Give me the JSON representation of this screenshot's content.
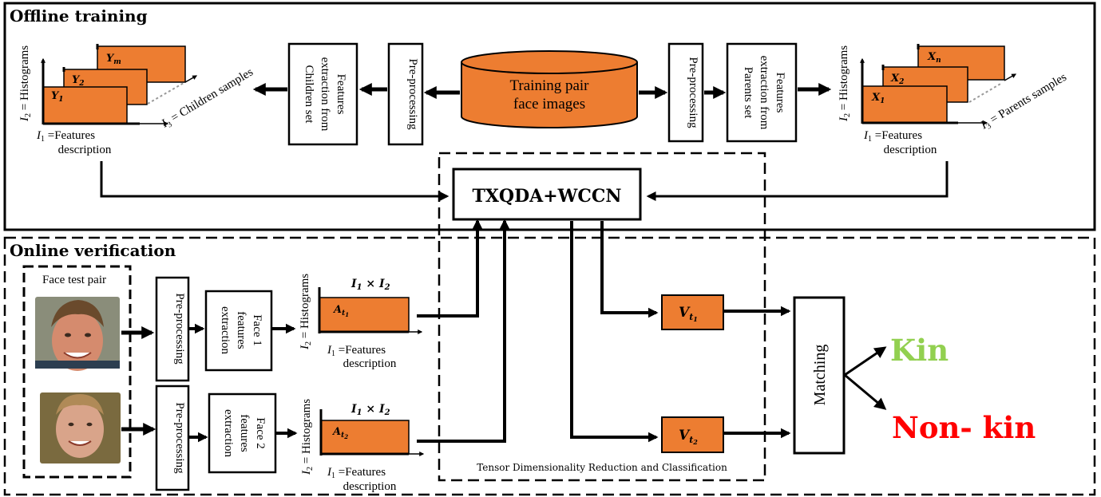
{
  "colors": {
    "orange": "#ed7d31",
    "kin": "#92d050",
    "nonkin": "#ff0000",
    "stroke": "#000000"
  },
  "offline": {
    "section_title": "Offline training",
    "database_label_line1": "Training pair",
    "database_label_line2": "face images",
    "preprocessing_left": "Pre-processing",
    "preprocessing_right": "Pre-processing",
    "features_children": [
      "Features",
      "extraction from",
      "Children set"
    ],
    "features_parents": [
      "Features",
      "extraction from",
      "Parents set"
    ],
    "children_stack": [
      "Y_m",
      "Y_2",
      "Y_1"
    ],
    "parents_stack": [
      "X_n",
      "X_2",
      "X_1"
    ],
    "axis_i1_left": "I1 =Features",
    "axis_i1_left_2": "description",
    "axis_i2_left": "I2 = Histograms",
    "axis_i3_left": "I3 = Children samples",
    "axis_i1_right": "I1 =Features",
    "axis_i1_right_2": "description",
    "axis_i2_right": "I2 = Histograms",
    "axis_i3_right": "I3 = Parents samples",
    "txqda_label": "TXQDA+WCCN"
  },
  "online": {
    "section_title": "Online verification",
    "face_pair_label": "Face test pair",
    "preprocessing_1": "Pre-processing",
    "preprocessing_2": "Pre-processing",
    "face1_features": [
      "Face 1",
      "features",
      "extraction"
    ],
    "face2_features": [
      "Face 2",
      "features",
      "extraction"
    ],
    "matrix_label_top": "I1 × I2",
    "matrix_label_bottom": "I1 × I2",
    "a_t1": "A_t1",
    "a_t2": "A_t2",
    "axis_i1_top": "I1 =Features",
    "axis_i1_top_2": "description",
    "axis_i2_top": "I2 = Histograms",
    "axis_i1_bottom": "I1 =Features",
    "axis_i1_bottom_2": "description",
    "axis_i2_bottom": "I2 = Histograms",
    "v_t1": "V_t1",
    "v_t2": "V_t2",
    "tensor_caption": "Tensor Dimensionality Reduction and Classification",
    "matching": "Matching",
    "kin": "Kin",
    "non_kin": "Non- kin"
  }
}
